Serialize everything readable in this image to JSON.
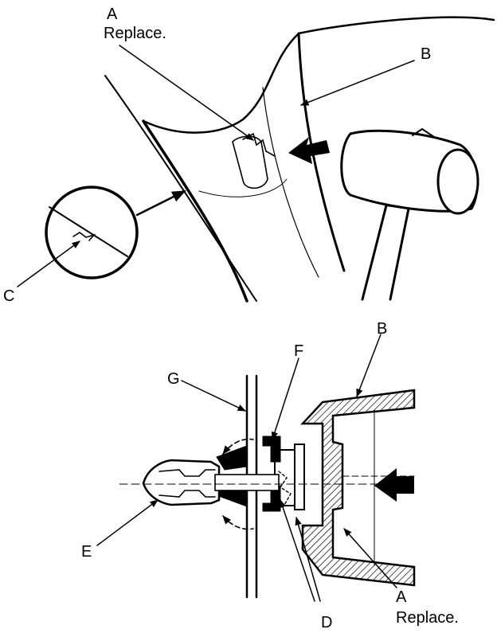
{
  "labels": {
    "a_top_letter": "A",
    "a_top_note": "Replace.",
    "b_top": "B",
    "c": "C",
    "b_bottom": "B",
    "f": "F",
    "g": "G",
    "e": "E",
    "a_bottom_letter": "A",
    "a_bottom_note": "Replace.",
    "d": "D"
  },
  "colors": {
    "ink": "#000000",
    "paper": "#ffffff"
  }
}
